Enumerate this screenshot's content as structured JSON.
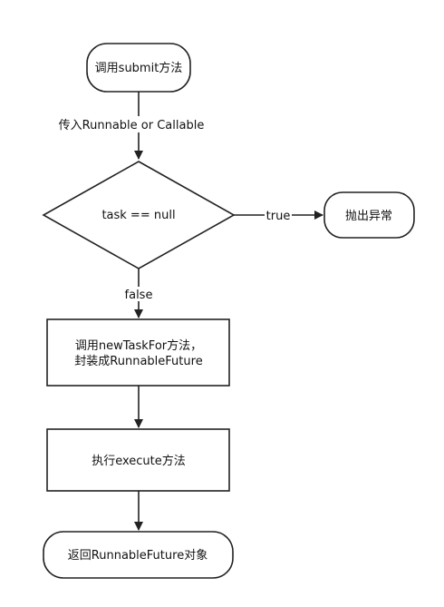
{
  "nodes": {
    "start": "调用submit方法",
    "decision": "task == null",
    "throw": "抛出异常",
    "new_task_line1": "调用newTaskFor方法，",
    "new_task_line2": "封装成RunnableFuture",
    "execute": "执行execute方法",
    "end": "返回RunnableFuture对象"
  },
  "edges": {
    "pass_in": "传入Runnable or Callable",
    "true": "true",
    "false": "false"
  },
  "colors": {
    "stroke": "#222222",
    "fill": "#ffffff",
    "text": "#111111"
  }
}
